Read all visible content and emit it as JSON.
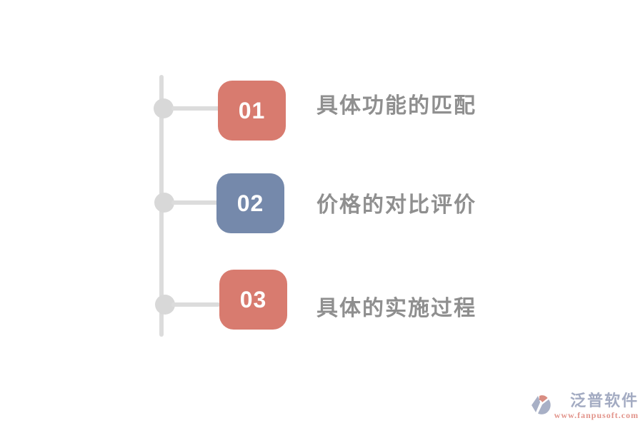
{
  "page": {
    "background_color": "#ffffff"
  },
  "timeline": {
    "line_color": "#dcdcdc",
    "node_color": "#d8d8d8",
    "connector_color": "#dcdcdc"
  },
  "steps": [
    {
      "number": "01",
      "label": "具体功能的匹配",
      "badge_color": "#d87b6f"
    },
    {
      "number": "02",
      "label": "价格的对比评价",
      "badge_color": "#7589ab"
    },
    {
      "number": "03",
      "label": "具体的实施过程",
      "badge_color": "#d87b6f"
    }
  ],
  "footer": {
    "brand_name": "泛普软件",
    "brand_url": "www.fanpusoft.com",
    "brand_name_color": "#a3abc2",
    "brand_url_color": "#e2948b",
    "logo_gray_color": "#a8b0c6",
    "logo_accent_color": "#d98d82"
  }
}
